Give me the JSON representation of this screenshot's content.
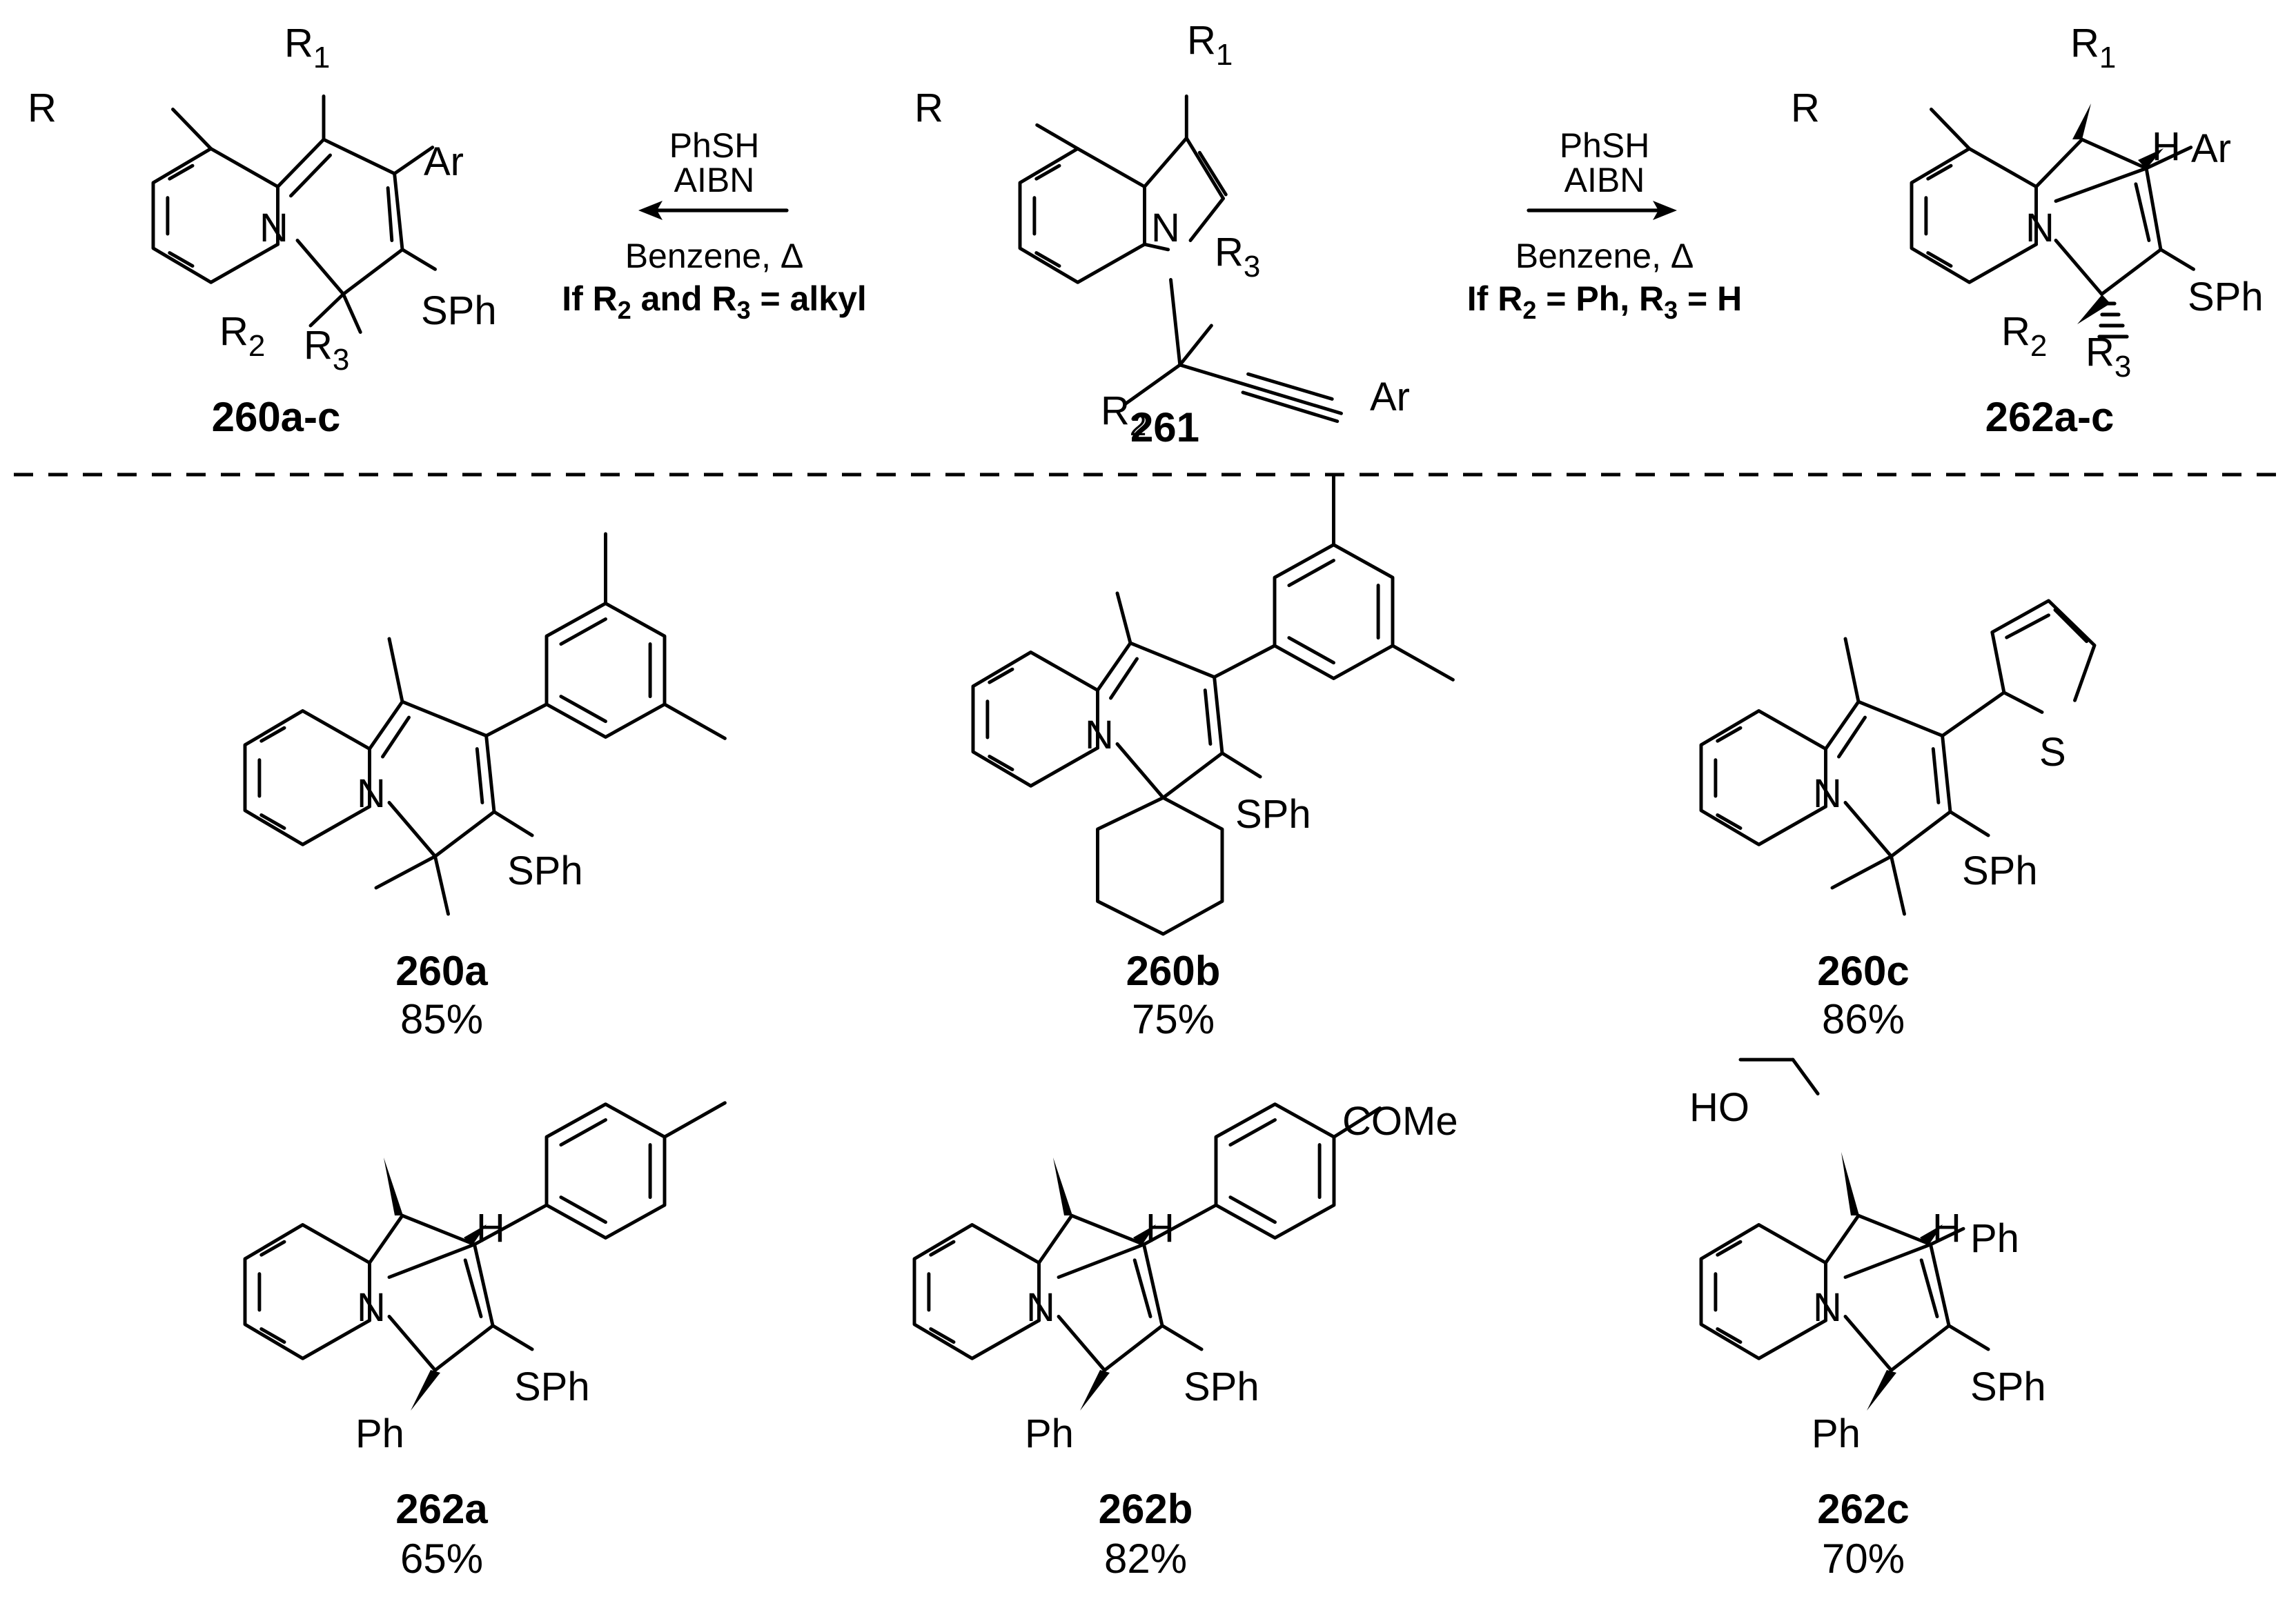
{
  "scheme": {
    "top": {
      "left_conditions": [
        "PhSH",
        "AIBN",
        "Benzene, Δ"
      ],
      "right_conditions": [
        "PhSH",
        "AIBN",
        "Benzene, Δ"
      ],
      "left_condition_bold": {
        "prefix": "If R",
        "r2": "2",
        "mid": " and R",
        "r3": "3",
        "suffix": " = alkyl"
      },
      "right_condition_bold": {
        "prefix": "If R",
        "r2": "2",
        "mid": " = Ph, R",
        "r3": "3",
        "suffix": " = H"
      },
      "compounds": [
        {
          "id": "260a-c",
          "label": "260a-c"
        },
        {
          "id": "261",
          "label": "261"
        },
        {
          "id": "262a-c",
          "label": "262a-c"
        }
      ],
      "atom_labels": {
        "R": "R",
        "R1": "R",
        "R1_sub": "1",
        "R2": "R",
        "R2_sub": "2",
        "R3": "R",
        "R3_sub": "3",
        "Ar": "Ar",
        "N": "N",
        "SPh": "SPh",
        "H": "H"
      }
    },
    "products": [
      {
        "id": "260a",
        "label": "260a",
        "yield": "85%"
      },
      {
        "id": "260b",
        "label": "260b",
        "yield": "75%"
      },
      {
        "id": "260c",
        "label": "260c",
        "yield": "86%"
      },
      {
        "id": "262a",
        "label": "262a",
        "yield": "65%"
      },
      {
        "id": "262b",
        "label": "262b",
        "yield": "82%"
      },
      {
        "id": "262c",
        "label": "262c",
        "yield": "70%"
      }
    ],
    "substituent_labels": {
      "SPh": "SPh",
      "Ph": "Ph",
      "N": "N",
      "H": "H",
      "S": "S",
      "COMe": "COMe",
      "HO": "HO"
    }
  }
}
